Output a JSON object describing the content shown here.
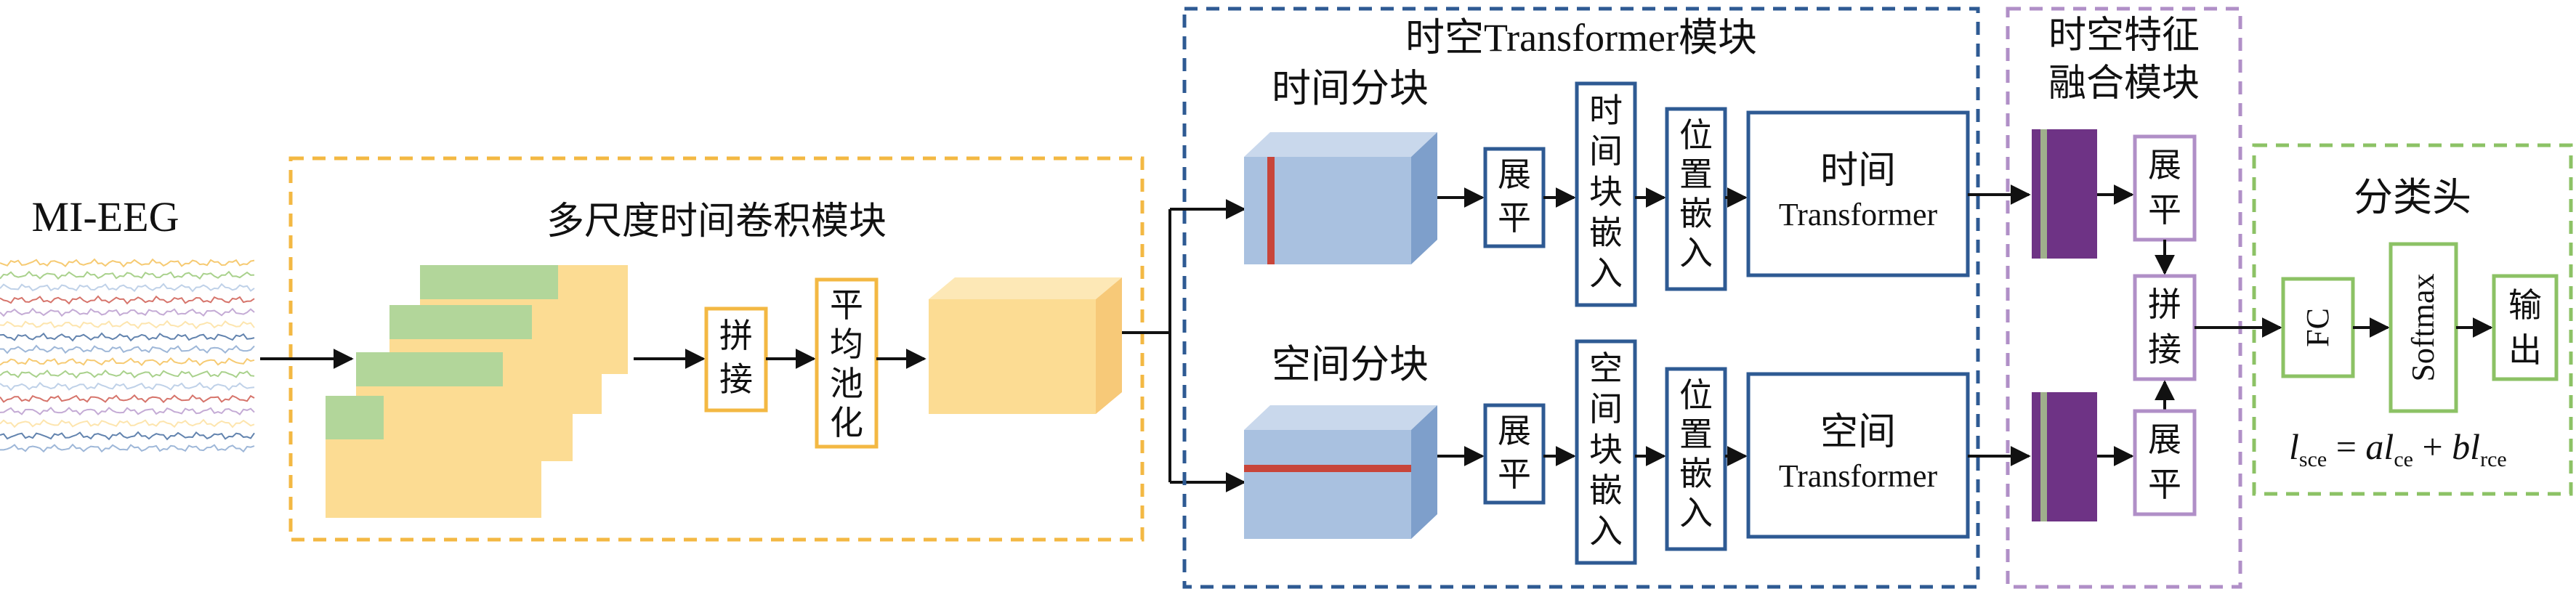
{
  "input": {
    "label": "MI-EEG"
  },
  "modules": {
    "multiscale": {
      "title": "多尺度时间卷积模块"
    },
    "transformer": {
      "title": "时空Transformer模块"
    },
    "fusion": {
      "title_line1": "时空特征",
      "title_line2": "融合模块"
    },
    "classifier": {
      "title": "分类头"
    }
  },
  "multiscale_ops": {
    "concat": [
      "拼",
      "接"
    ],
    "avgpool": [
      "平",
      "均",
      "池",
      "化"
    ]
  },
  "temporal_branch": {
    "label": "时间分块",
    "flatten": [
      "展",
      "平"
    ],
    "block_embed": [
      "时",
      "间",
      "块",
      "嵌",
      "入"
    ],
    "pos_embed": [
      "位",
      "置",
      "嵌",
      "入"
    ],
    "transformer": {
      "line1": "时间",
      "line2": "Transformer"
    }
  },
  "spatial_branch": {
    "label": "空间分块",
    "flatten": [
      "展",
      "平"
    ],
    "block_embed": [
      "空",
      "间",
      "块",
      "嵌",
      "入"
    ],
    "pos_embed": [
      "位",
      "置",
      "嵌",
      "入"
    ],
    "transformer": {
      "line1": "空间",
      "line2": "Transformer"
    }
  },
  "fusion_ops": {
    "flatten_top": [
      "展",
      "平"
    ],
    "concat": [
      "拼",
      "接"
    ],
    "flatten_bottom": [
      "展",
      "平"
    ]
  },
  "classifier_ops": {
    "fc": "FC",
    "softmax": "Softmax",
    "output": [
      "输",
      "出"
    ]
  },
  "loss_formula": {
    "lhs": "l",
    "lhs_sub": "sce",
    "eq": " = ",
    "a": "a",
    "l1": "l",
    "l1_sub": "ce",
    "plus": " + ",
    "b": "b",
    "l2": "l",
    "l2_sub": "rce"
  },
  "colors": {
    "orange": "#F3B843",
    "blue": "#2E5A93",
    "purple": "#B08FC7",
    "green": "#8CC265",
    "feature": "#FCDC93",
    "feature_top": "#B2D69A",
    "cube": "#A9C1E0",
    "red": "#C8453A",
    "token": "#6E3385"
  }
}
